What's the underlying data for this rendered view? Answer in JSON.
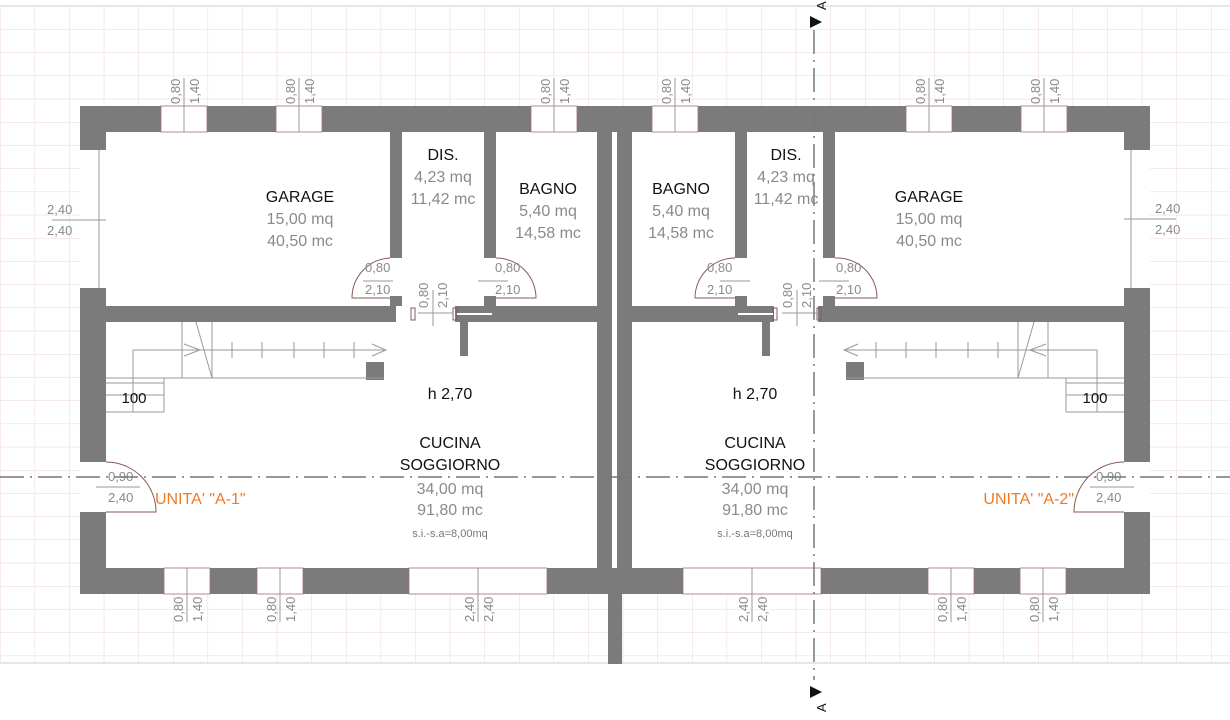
{
  "plan": {
    "colors": {
      "wall": "#7b7b7b",
      "grid": "#ecd4d4",
      "unit_label": "#f07a26",
      "door_arc": "#8a5a5a",
      "dim_text": "#8a8a8a"
    },
    "section_marker": {
      "top": "A",
      "bottom": "A"
    },
    "unit_left": {
      "label": "UNITA' \"A-1\"",
      "garage": {
        "name": "GARAGE",
        "area": "15,00 mq",
        "volume": "40,50 mc"
      },
      "dis": {
        "name": "DIS.",
        "area": "4,23 mq",
        "volume": "11,42 mc"
      },
      "bagno": {
        "name": "BAGNO",
        "area": "5,40 mq",
        "volume": "14,58 mc"
      },
      "living": {
        "height": "h 2,70",
        "name1": "CUCINA",
        "name2": "SOGGIORNO",
        "area": "34,00 mq",
        "volume": "91,80 mc",
        "note": "s.i.-s.a=8,00mq"
      },
      "stair_width": "100",
      "entry_door": {
        "w": "0,90",
        "h": "2,40"
      },
      "garage_door": {
        "w": "2,40",
        "h": "2,40"
      }
    },
    "unit_right": {
      "label": "UNITA' \"A-2\"",
      "garage": {
        "name": "GARAGE",
        "area": "15,00 mq",
        "volume": "40,50 mc"
      },
      "dis": {
        "name": "DIS.",
        "area": "4,23 mq",
        "volume": "11,42 mc"
      },
      "bagno": {
        "name": "BAGNO",
        "area": "5,40 mq",
        "volume": "14,58 mc"
      },
      "living": {
        "height": "h 2,70",
        "name1": "CUCINA",
        "name2": "SOGGIORNO",
        "area": "34,00 mq",
        "volume": "91,80 mc",
        "note": "s.i.-s.a=8,00mq"
      },
      "stair_width": "100",
      "entry_door": {
        "w": "0,90",
        "h": "2,40"
      },
      "garage_door": {
        "w": "2,40",
        "h": "2,40"
      }
    },
    "window_small": {
      "w": "0,80",
      "h": "1,40"
    },
    "window_large": {
      "w": "2,40",
      "h": "2,40"
    },
    "door_internal": {
      "w": "0,80",
      "h": "2,10"
    }
  }
}
